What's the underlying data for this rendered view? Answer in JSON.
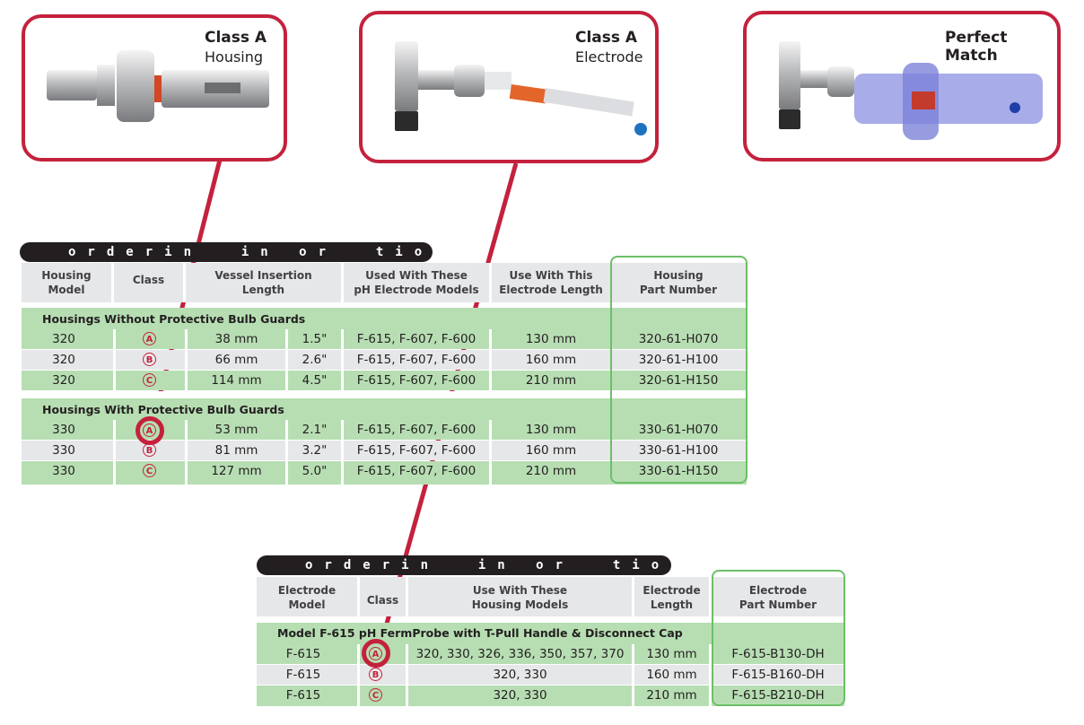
{
  "callouts": {
    "housing": {
      "line1": "Class A",
      "line2": "Housing"
    },
    "electrode": {
      "line1": "Class A",
      "line2": "Electrode"
    },
    "match": {
      "line1": "Perfect Match"
    }
  },
  "housing_table": {
    "bar_title": "orderin  in or  tion",
    "headers": {
      "model": "Housing\nModel",
      "class": "Class",
      "insertion": "Vessel Insertion\nLength",
      "used_with": "Used With These\npH Electrode Models",
      "use_length": "Use With This\nElectrode Length",
      "part": "Housing\nPart Number"
    },
    "section1": "Housings Without Protective Bulb Guards",
    "section2": "Housings With Protective Bulb Guards",
    "rows": [
      {
        "model": "320",
        "class": "A",
        "mm": "38 mm",
        "in": "1.5\"",
        "used": "F-615, F-607, F-600",
        "len": "130 mm",
        "part": "320-61-H070"
      },
      {
        "model": "320",
        "class": "B",
        "mm": "66 mm",
        "in": "2.6\"",
        "used": "F-615, F-607, F-600",
        "len": "160 mm",
        "part": "320-61-H100"
      },
      {
        "model": "320",
        "class": "C",
        "mm": "114 mm",
        "in": "4.5\"",
        "used": "F-615, F-607, F-600",
        "len": "210 mm",
        "part": "320-61-H150"
      },
      {
        "model": "330",
        "class": "A",
        "mm": "53 mm",
        "in": "2.1\"",
        "used": "F-615, F-607, F-600",
        "len": "130 mm",
        "part": "330-61-H070"
      },
      {
        "model": "330",
        "class": "B",
        "mm": "81 mm",
        "in": "3.2\"",
        "used": "F-615, F-607, F-600",
        "len": "160 mm",
        "part": "330-61-H100"
      },
      {
        "model": "330",
        "class": "C",
        "mm": "127 mm",
        "in": "5.0\"",
        "used": "F-615, F-607, F-600",
        "len": "210 mm",
        "part": "330-61-H150"
      }
    ]
  },
  "electrode_table": {
    "bar_title": "orderin  in or  tion",
    "headers": {
      "model": "Electrode\nModel",
      "class": "Class",
      "housing_models": "Use With These\nHousing Models",
      "length": "Electrode\nLength",
      "part": "Electrode\nPart Number"
    },
    "section": "Model F-615 pH FermProbe with T-Pull Handle & Disconnect Cap",
    "rows": [
      {
        "model": "F-615",
        "class": "A",
        "housings": "320, 330, 326, 336, 350, 357, 370",
        "len": "130 mm",
        "part": "F-615-B130-DH"
      },
      {
        "model": "F-615",
        "class": "B",
        "housings": "320, 330",
        "len": "160 mm",
        "part": "F-615-B160-DH"
      },
      {
        "model": "F-615",
        "class": "C",
        "housings": "320, 330",
        "len": "210 mm",
        "part": "F-615-B210-DH"
      }
    ]
  },
  "colors": {
    "accent_red": "#c4213d",
    "row_green": "#b7deb3",
    "row_grey": "#e6e7e8",
    "part_box_green": "#6cbf67"
  }
}
